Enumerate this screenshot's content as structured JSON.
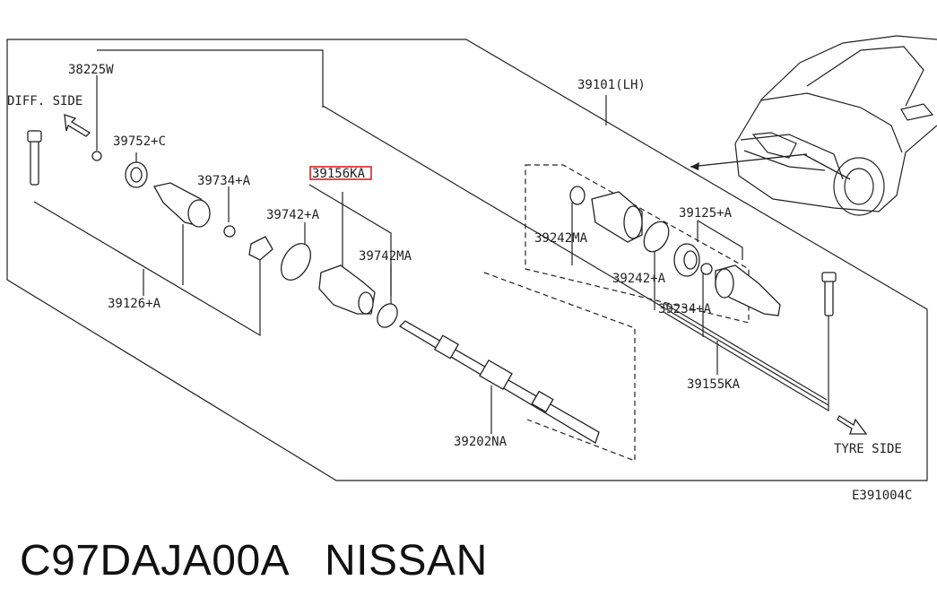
{
  "labels": {
    "p38225w": "38225W",
    "diff_side": "DIFF. SIDE",
    "p39752c": "39752+C",
    "p39734a": "39734+A",
    "p39156ka": "39156KA",
    "p39742a": "39742+A",
    "p39742ma": "39742MA",
    "p39126a": "39126+A",
    "p39101lh": "39101(LH)",
    "p39242ma": "39242MA",
    "p39125a": "39125+A",
    "p39242a": "39242+A",
    "p39234a": "39234+A",
    "p39155ka": "39155KA",
    "p39202na": "39202NA",
    "tyre_side": "TYRE SIDE",
    "diagram_code": "E391004C"
  },
  "caption": "C97DAJA00A   NISSAN",
  "colors": {
    "line": "#222222",
    "highlight": "#e02020"
  },
  "highlighted_part": "p39156ka"
}
